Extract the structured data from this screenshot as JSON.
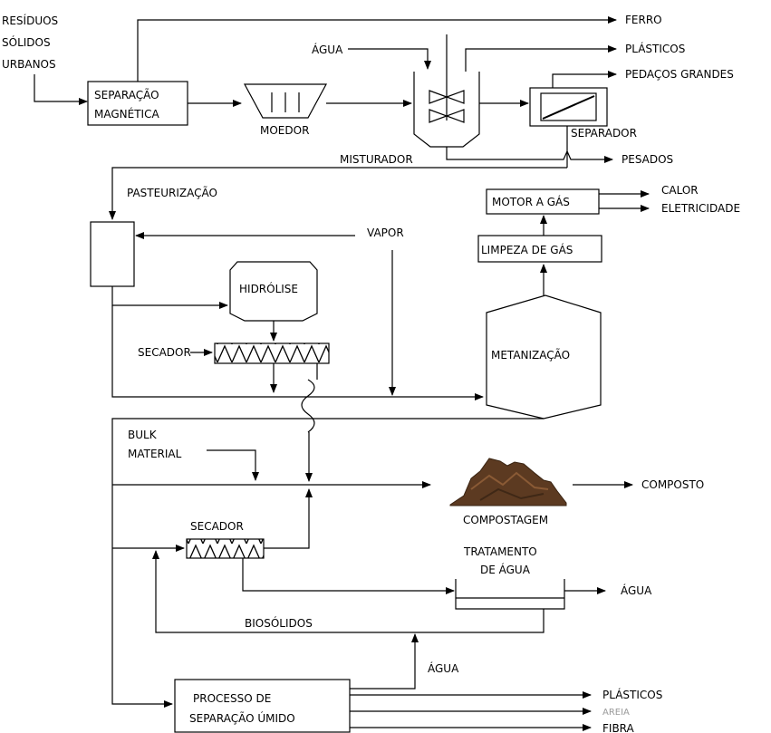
{
  "diagram": {
    "input": [
      "RESÍDUOS",
      "SÓLIDOS",
      "URBANOS"
    ],
    "magnetic_separation": [
      "SEPARAÇÃO",
      "MAGNÉTICA"
    ],
    "iron": "FERRO",
    "grinder": "MOEDOR",
    "water_in": "ÁGUA",
    "plastics_top": "PLÁSTICOS",
    "large_pieces": "PEDAÇOS GRANDES",
    "separator": "SEPARADOR",
    "mixer": "MISTURADOR",
    "heavy": "PESADOS",
    "pasteurization": "PASTEURIZAÇÃO",
    "steam": "VAPOR",
    "gas_engine": "MOTOR A GÁS",
    "heat": "CALOR",
    "electricity": "ELETRICIDADE",
    "gas_cleaning": "LIMPEZA DE GÁS",
    "hydrolysis": "HIDRÓLISE",
    "dryer_1": "SECADOR",
    "methanization": "METANIZAÇÃO",
    "bulk_material": [
      "BULK",
      "MATERIAL"
    ],
    "compost": "COMPOSTO",
    "composting": "COMPOSTAGEM",
    "dryer_2": "SECADOR",
    "water_treatment": [
      "TRATAMENTO",
      "DE ÁGUA"
    ],
    "water_out": "ÁGUA",
    "biosolids": "BIOSÓLIDOS",
    "water_return": "ÁGUA",
    "wet_separation": [
      "PROCESSO DE",
      "SEPARAÇÃO ÚMIDO"
    ],
    "plastics_bottom": "PLÁSTICOS",
    "sand": "AREIA",
    "fiber": "FIBRA"
  }
}
